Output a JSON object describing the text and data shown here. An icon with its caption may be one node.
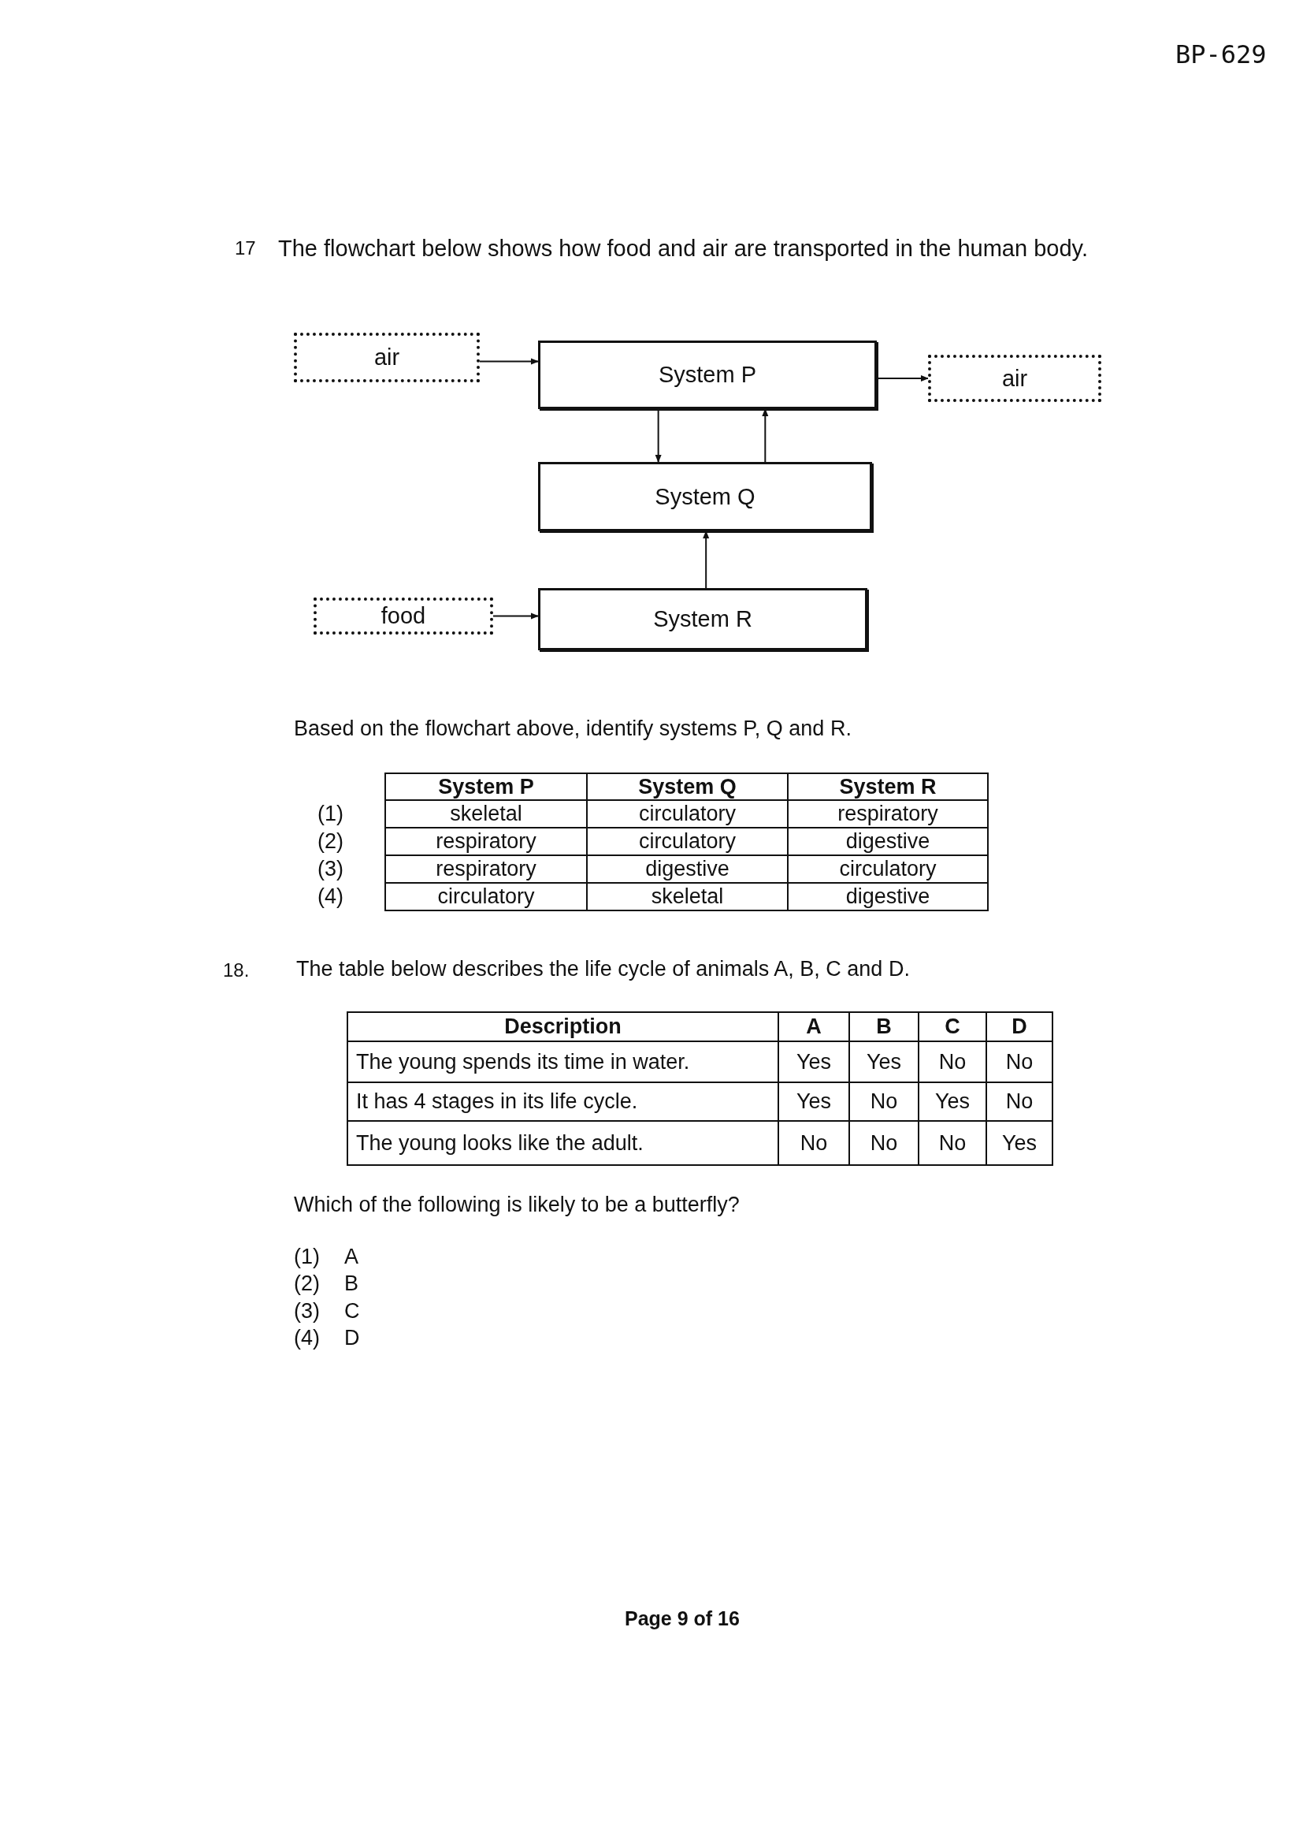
{
  "diagram": {
    "nodes": [
      {
        "text": [
          "air"
        ]
      },
      {
        "text": [
          "System P"
        ]
      },
      {
        "text": [
          "air"
        ]
      },
      {
        "text": [
          "System Q"
        ]
      },
      {
        "text": [
          "food"
        ]
      },
      {
        "text": [
          "System R"
        ]
      }
    ],
    "edges": [
      {
        "from": 0,
        "to": 1,
        "arrow": "to"
      },
      {
        "from": 1,
        "to": 2,
        "arrow": "to"
      },
      {
        "from": 1,
        "to": 3,
        "arrow": "to"
      },
      {
        "from": 3,
        "to": 1,
        "arrow": "to"
      },
      {
        "from": 5,
        "to": 3,
        "arrow": "to"
      },
      {
        "from": 4,
        "to": 5,
        "arrow": "to"
      }
    ],
    "labels": [
      "BP-629",
      "17",
      "The flowchart below shows how food and air are transported in the human body.",
      "Based on the flowchart above, identify systems P, Q and R.",
      "System P",
      "System Q",
      "System R",
      "(1)",
      "skeletal",
      "circulatory",
      "respiratory",
      "(2)",
      "respiratory",
      "circulatory",
      "digestive",
      "(3)",
      "respiratory",
      "digestive",
      "circulatory",
      "(4)",
      "circulatory",
      "skeletal",
      "digestive",
      "18.",
      "The table below describes the life cycle of animals A, B, C and D.",
      "Description",
      "A",
      "B",
      "C",
      "D",
      "The young spends its time in water.",
      "Yes",
      "Yes",
      "No",
      "No",
      "It has 4 stages in its life cycle.",
      "Yes",
      "No",
      "Yes",
      "No",
      "The young looks like the adult.",
      "No",
      "No",
      "No",
      "Yes",
      "Which of the following is likely to be a butterfly?",
      "(1)",
      "A",
      "(2)",
      "B",
      "(3)",
      "C",
      "(4)",
      "D",
      "Page 9 of 16"
    ]
  }
}
